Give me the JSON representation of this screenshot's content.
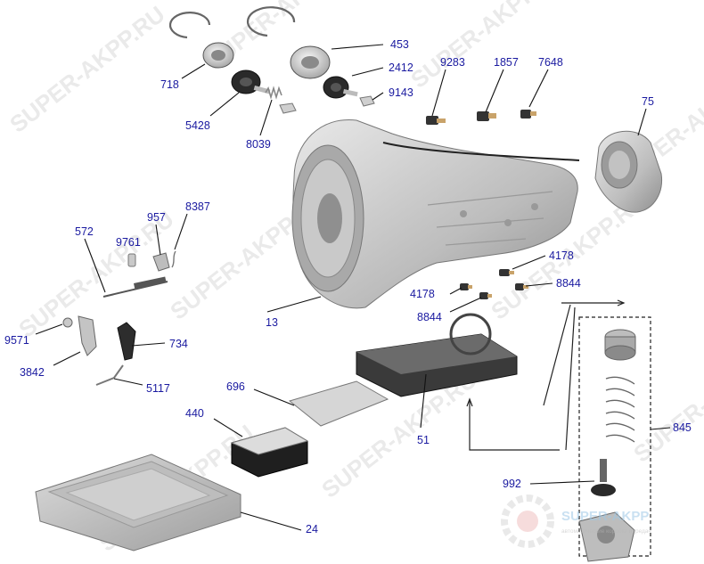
{
  "watermark": "SUPER-AKPP.RU",
  "logo_text": "SUPER-AKPP",
  "logo_subtext": "автоматические коробки передач",
  "colors": {
    "label": "#1a1aa0",
    "metal": "#c8c8c8",
    "dark": "#2a2a2a",
    "copper": "#c9a36a"
  },
  "parts": [
    {
      "id": "453",
      "label": "453"
    },
    {
      "id": "718",
      "label": "718"
    },
    {
      "id": "2412",
      "label": "2412"
    },
    {
      "id": "9143",
      "label": "9143"
    },
    {
      "id": "5428",
      "label": "5428"
    },
    {
      "id": "8039",
      "label": "8039"
    },
    {
      "id": "9283",
      "label": "9283"
    },
    {
      "id": "1857",
      "label": "1857"
    },
    {
      "id": "7648",
      "label": "7648"
    },
    {
      "id": "75",
      "label": "75"
    },
    {
      "id": "572",
      "label": "572"
    },
    {
      "id": "957",
      "label": "957"
    },
    {
      "id": "8387",
      "label": "8387"
    },
    {
      "id": "9761",
      "label": "9761"
    },
    {
      "id": "13",
      "label": "13"
    },
    {
      "id": "4178a",
      "label": "4178"
    },
    {
      "id": "4178b",
      "label": "4178"
    },
    {
      "id": "8844a",
      "label": "8844"
    },
    {
      "id": "8844b",
      "label": "8844"
    },
    {
      "id": "9571",
      "label": "9571"
    },
    {
      "id": "734",
      "label": "734"
    },
    {
      "id": "3842",
      "label": "3842"
    },
    {
      "id": "5117",
      "label": "5117"
    },
    {
      "id": "696",
      "label": "696"
    },
    {
      "id": "440",
      "label": "440"
    },
    {
      "id": "51",
      "label": "51"
    },
    {
      "id": "845",
      "label": "845"
    },
    {
      "id": "992",
      "label": "992"
    },
    {
      "id": "24",
      "label": "24"
    }
  ]
}
